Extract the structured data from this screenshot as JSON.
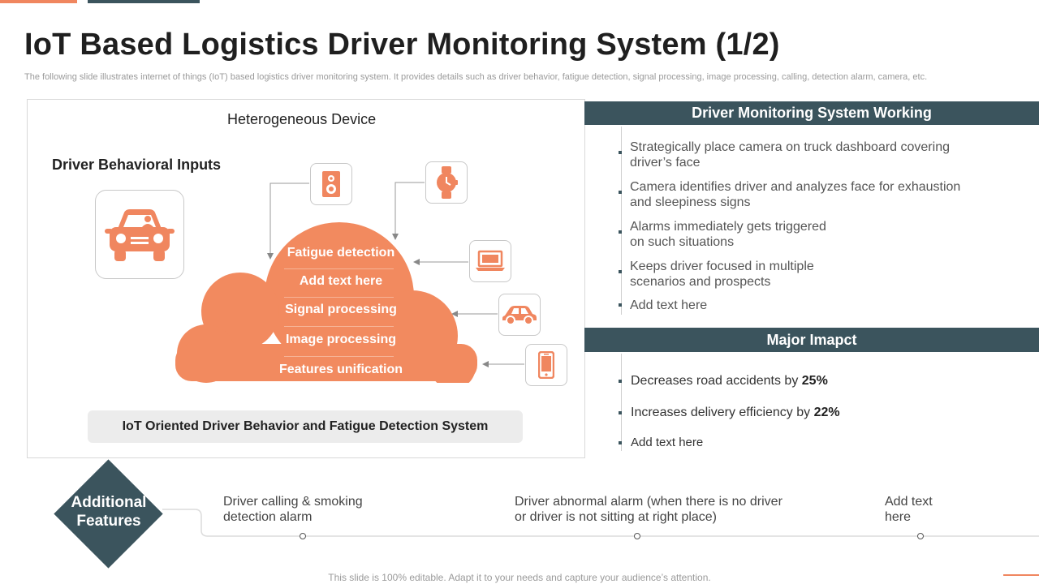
{
  "header": {
    "title": "IoT Based Logistics Driver Monitoring System (1/2)",
    "subtitle": "The following slide illustrates internet of things (IoT) based logistics driver monitoring system. It provides details such as driver behavior, fatigue detection, signal processing, image processing, calling, detection alarm, camera, etc."
  },
  "diagram": {
    "device_title": "Heterogeneous Device",
    "inputs_label": "Driver Behavioral Inputs",
    "cloud_items": [
      "Fatigue detection",
      "Add text here",
      "Signal processing",
      "Image processing",
      "Features unification"
    ],
    "system_label": "IoT Oriented Driver Behavior and Fatigue Detection System",
    "icons": [
      "car-driver-icon",
      "speaker-icon",
      "smartwatch-icon",
      "laptop-icon",
      "car-icon",
      "smartphone-icon"
    ]
  },
  "working": {
    "heading": "Driver Monitoring System Working",
    "items": [
      "Strategically place camera on truck dashboard covering driver’s face",
      "Camera identifies driver and analyzes face for exhaustion and sleepiness signs",
      "Alarms immediately gets triggered on such situations",
      "Keeps driver focused in multiple scenarios and prospects",
      "Add text here"
    ]
  },
  "impact": {
    "heading": "Major Imapct",
    "items": [
      {
        "text": "Decreases road accidents by ",
        "value": "25%"
      },
      {
        "text": "Increases delivery efficiency by ",
        "value": "22%"
      },
      {
        "text": "Add text here",
        "value": ""
      }
    ]
  },
  "features": {
    "label": "Additional Features",
    "items": [
      "Driver calling & smoking detection alarm",
      "Driver abnormal alarm (when there is no driver or driver is not sitting at right place)",
      "Add text here"
    ]
  },
  "footer": "This slide is 100% editable. Adapt it to your needs and capture your audience’s attention.",
  "colors": {
    "accent": "#F0865F",
    "dark": "#3B545D"
  }
}
